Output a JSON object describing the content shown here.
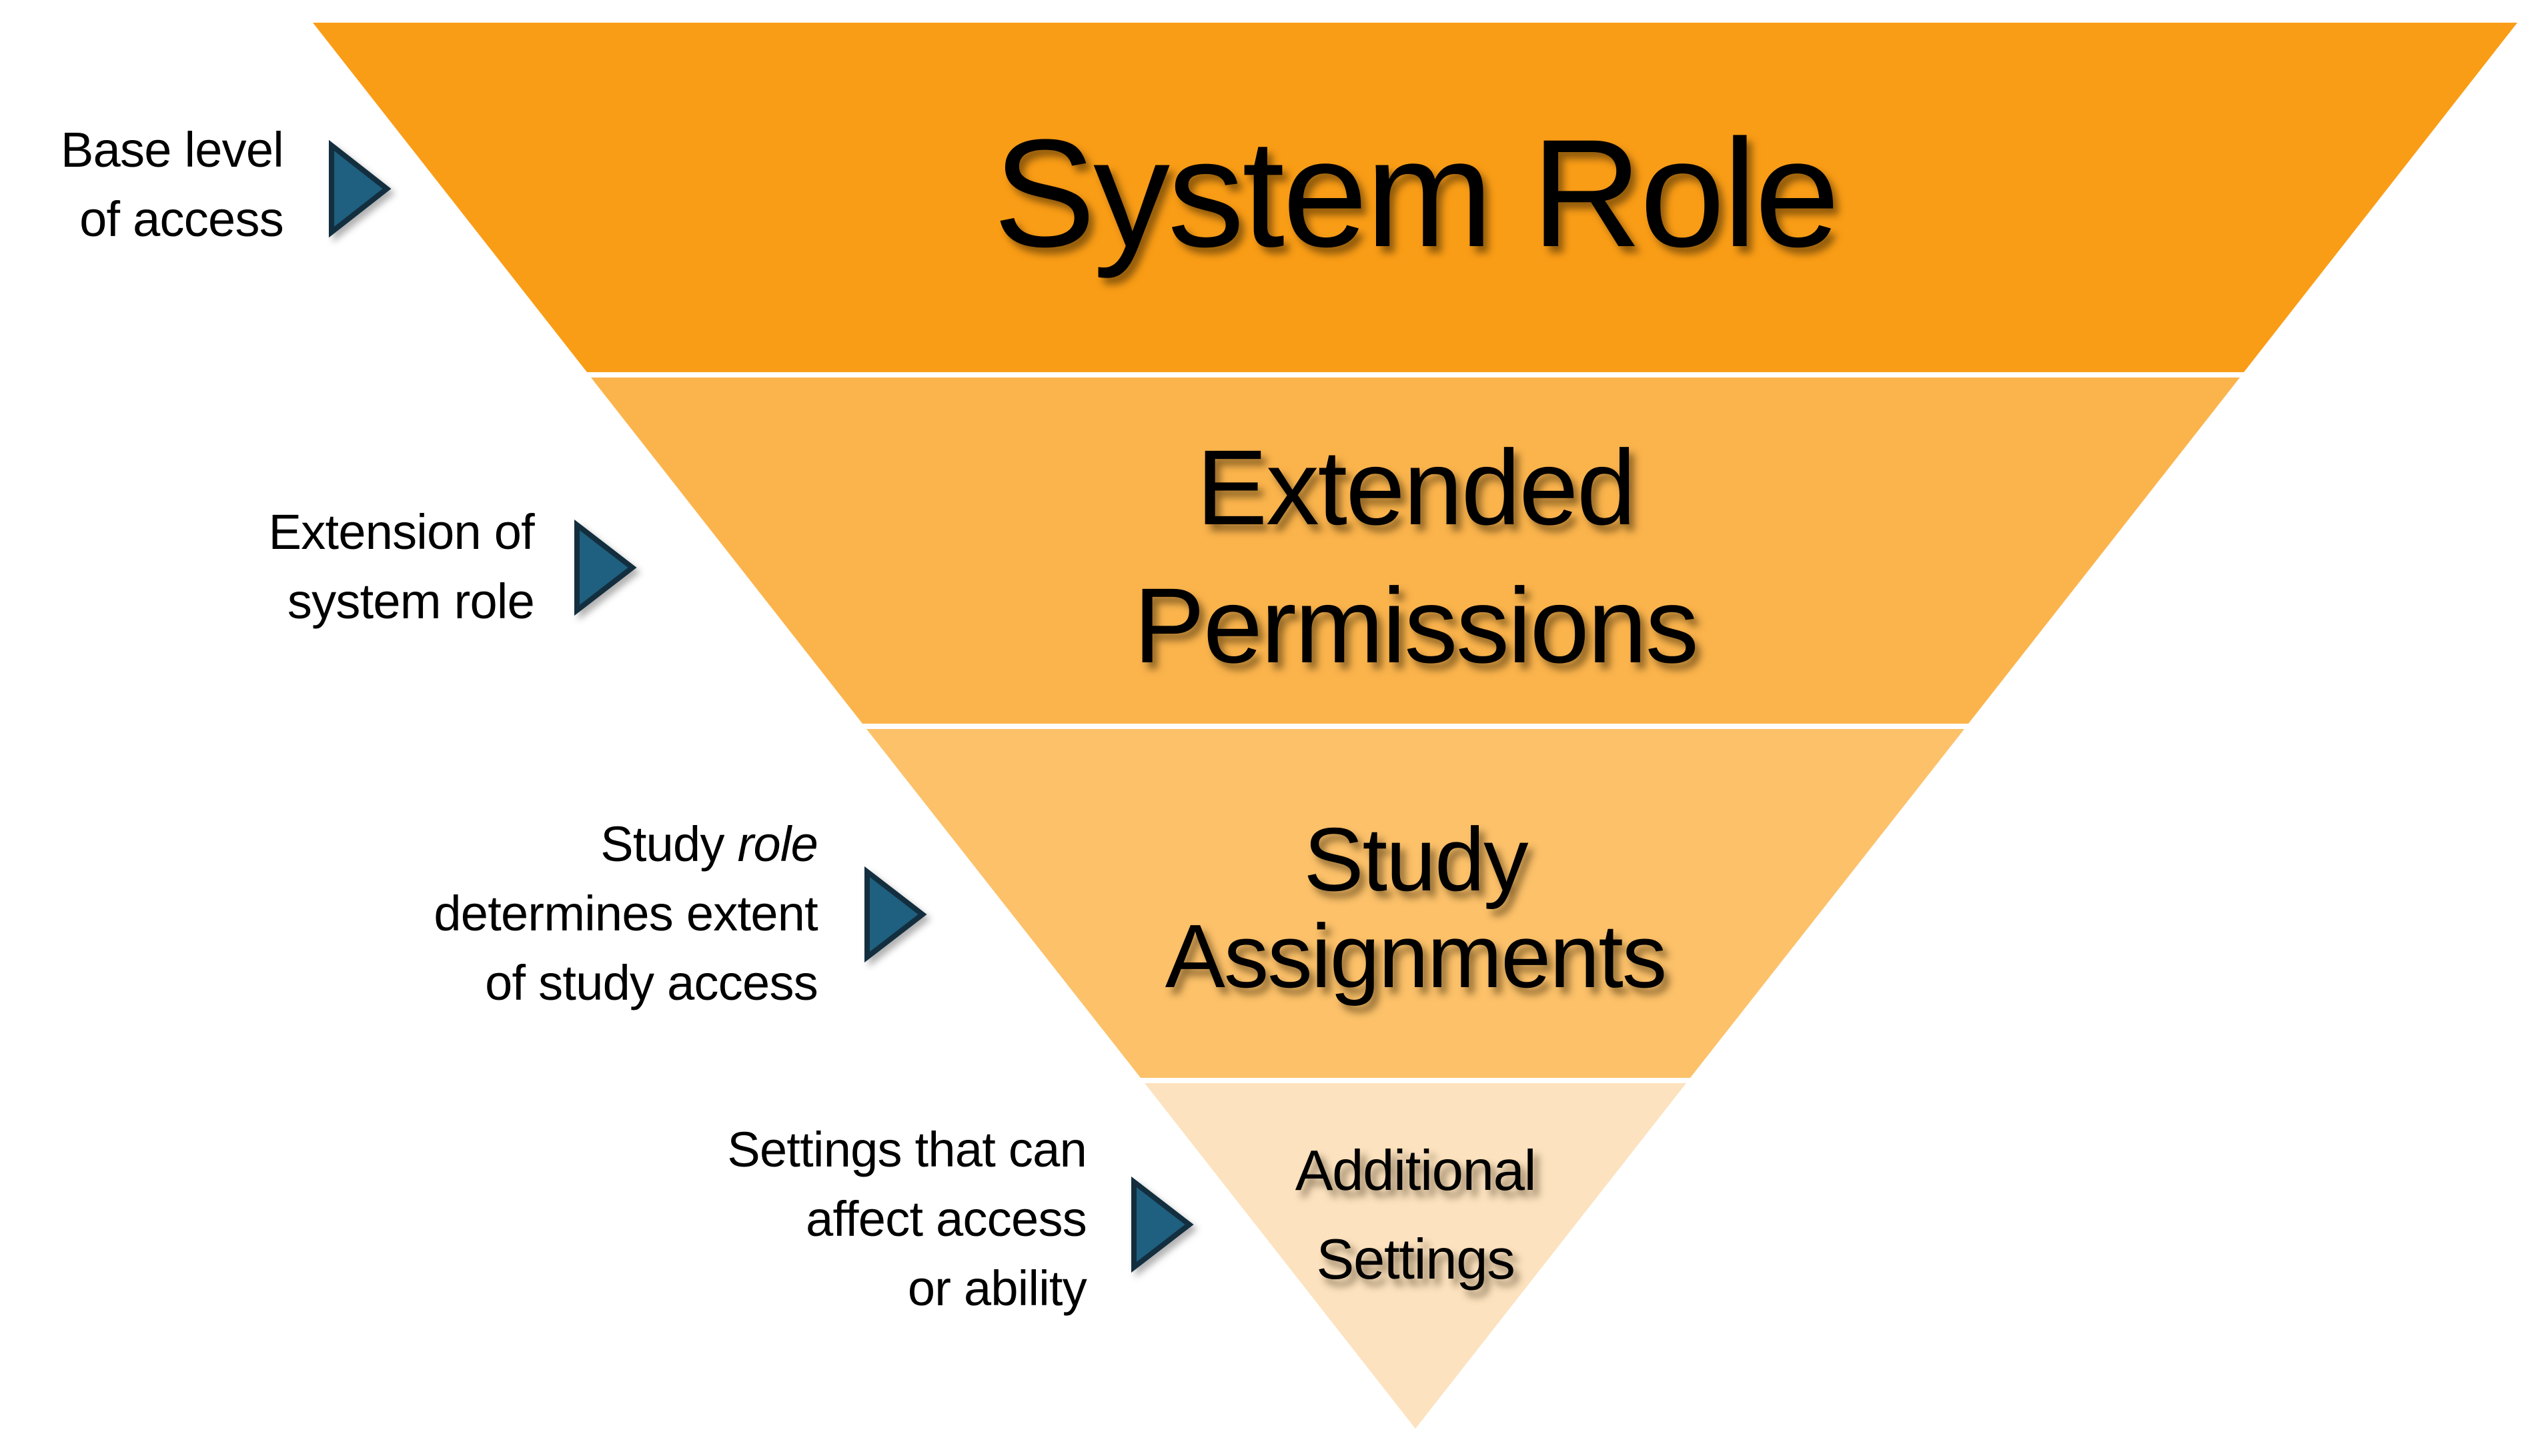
{
  "colors": {
    "background": "#FFFFFF",
    "level1": "#FA9D16",
    "level2": "#FBB44C",
    "level3": "#FCC169",
    "level4": "#FCE2BE",
    "arrow_fill": "#1F5F7F",
    "arrow_stroke": "#132E3E",
    "text": "#000000"
  },
  "levels": {
    "l1": {
      "title": "System Role"
    },
    "l2": {
      "line1": "Extended",
      "line2": "Permissions"
    },
    "l3": {
      "line1": "Study",
      "line2": "Assignments"
    },
    "l4": {
      "line1": "Additional",
      "line2": "Settings"
    }
  },
  "annotations": {
    "a1": {
      "line1": "Base level",
      "line2": "of access"
    },
    "a2": {
      "line1": "Extension of",
      "line2": "system role"
    },
    "a3": {
      "line1_prefix": "Study ",
      "line1_italic": "role",
      "line2": "determines extent",
      "line3": "of study access"
    },
    "a4": {
      "line1": "Settings that can",
      "line2": "affect access",
      "line3": "or ability"
    }
  }
}
